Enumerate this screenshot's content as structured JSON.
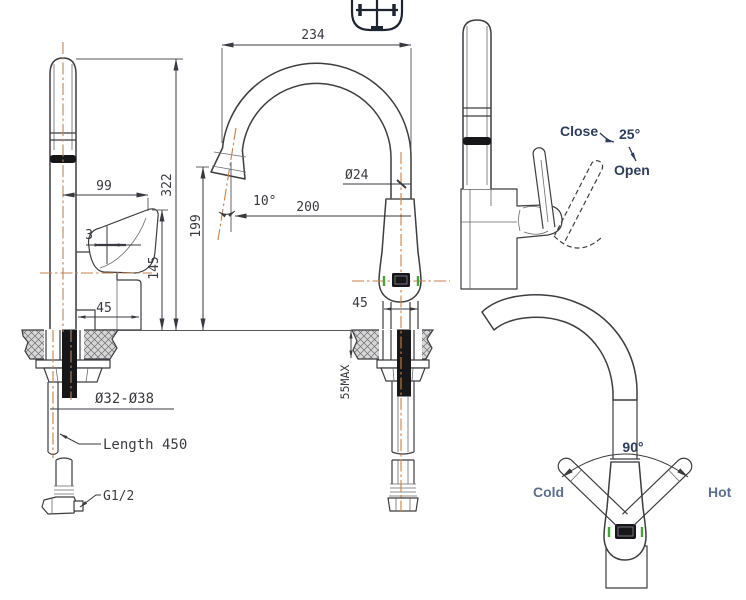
{
  "labels": {
    "left": {
      "width": "99",
      "height": "322",
      "tip_gap": "3",
      "handle_height": "145",
      "base_width": "45",
      "hole_diameter": "Ø32-Ø38",
      "hose_length": "Length 450",
      "thread": "G1/2"
    },
    "middle": {
      "spout_width": "234",
      "spout_height": "199",
      "outlet_angle": "10°",
      "reach": "200",
      "pipe_diameter": "Ø24",
      "base_width": "45",
      "deck_thickness": "55MAX"
    },
    "right": {
      "close": "Close",
      "lever_angle": "25°",
      "open": "Open"
    },
    "front": {
      "swivel_angle": "90°",
      "cold": "Cold",
      "hot": "Hot"
    }
  },
  "icons": {
    "projection_symbol": "first-angle-projection-icon"
  },
  "colors": {
    "line": "#3d3d42",
    "centerline": "#c3824f",
    "dimension_text": "#3a3a40",
    "annotation_text": "#2e3c5e",
    "temperature_text": "#5e6f8e",
    "green_mark": "#49a33c",
    "hatch_fill": "#d7d7d7",
    "black_fill": "#17171a"
  }
}
